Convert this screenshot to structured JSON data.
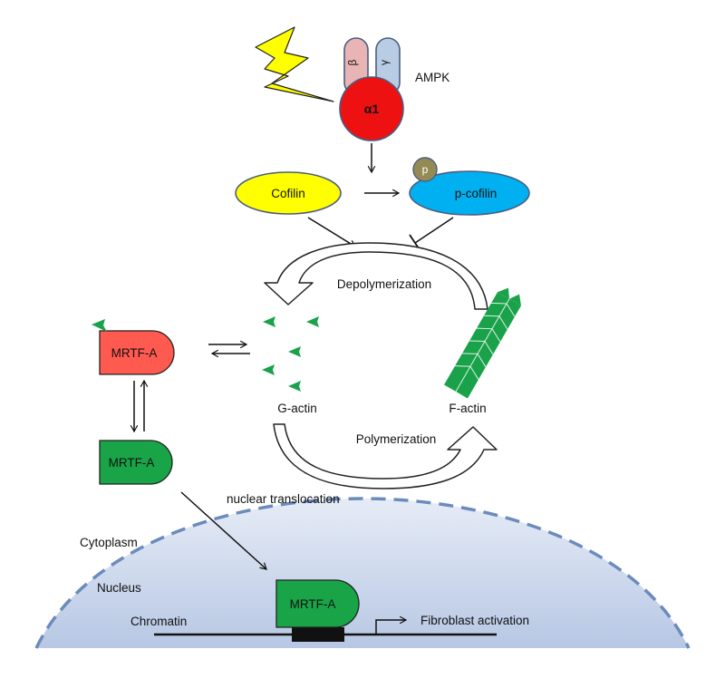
{
  "title": "",
  "ampk": {
    "label": "AMPK",
    "alpha_label": "α1",
    "beta_label": "β",
    "gamma_label": "γ"
  },
  "cofilin": {
    "label": "Cofilin",
    "color": "#ffff00"
  },
  "p_cofilin": {
    "label": "p-cofilin",
    "phospho_label": "p",
    "color": "#00b0f0"
  },
  "cycle": {
    "depolymerization_label": "Depolymerization",
    "polymerization_label": "Polymerization",
    "g_actin_label": "G-actin",
    "f_actin_label": "F-actin"
  },
  "mrtf_cyto_red": {
    "label": "MRTF-A",
    "color": "#ff5a50"
  },
  "mrtf_cyto_green": {
    "label": "MRTF-A",
    "color": "#19a547"
  },
  "mrtf_nuclear": {
    "label": "MRTF-A",
    "color": "#19a547"
  },
  "nuclear_translocation_label": "nuclear translocation",
  "compartments": {
    "cytoplasm_label": "Cytoplasm",
    "nucleus_label": "Nucleus",
    "chromatin_label": "Chromatin"
  },
  "fibroblast_activation_label": "Fibroblast activation",
  "colors": {
    "alpha": "#ee1111",
    "beta": "#e8b4b4",
    "gamma": "#b8cce4",
    "bolt": "#ffff00",
    "actin": "#1aa24a",
    "phospho": "#948a54",
    "nucleus_fill": "#c5d3ea"
  },
  "icons": [
    "lightning-bolt-icon",
    "g-actin-monomer-icon",
    "f-actin-filament-icon"
  ]
}
